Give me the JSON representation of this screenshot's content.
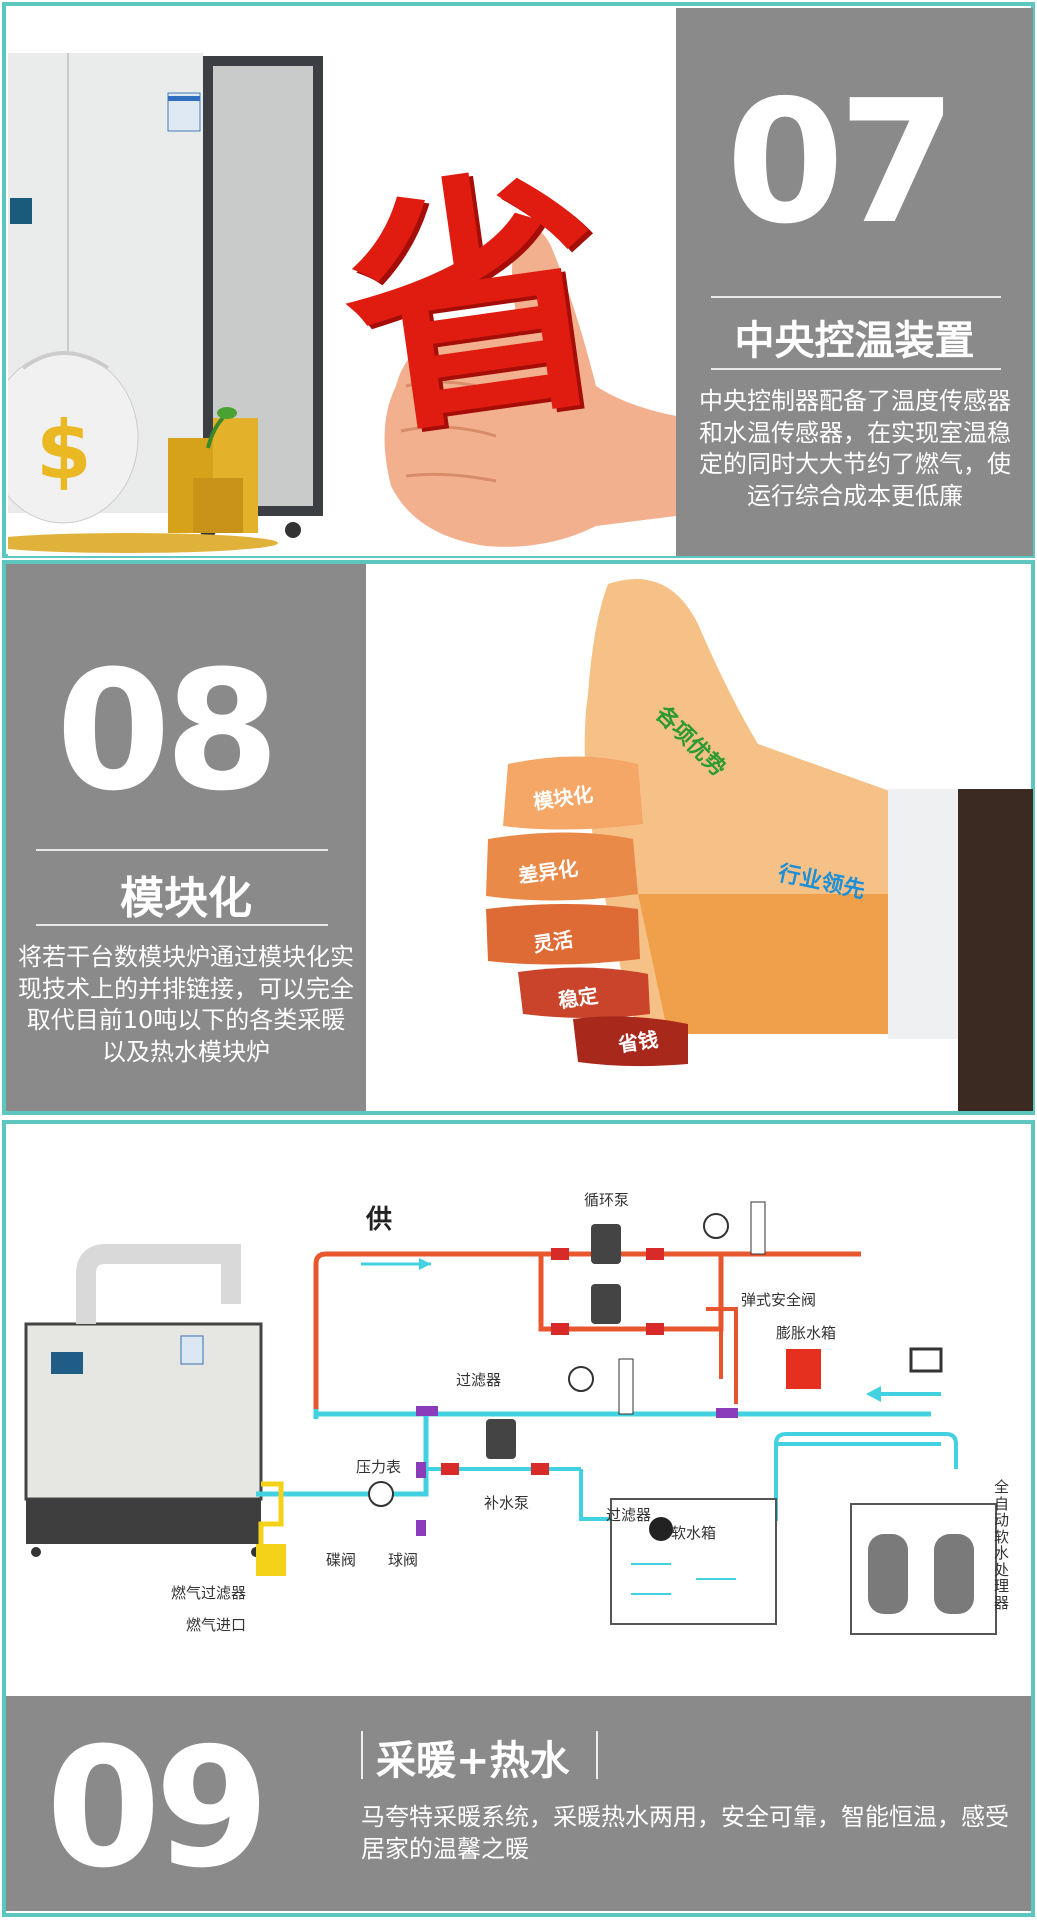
{
  "section7": {
    "number": "07",
    "title": "中央控温装置",
    "description": "中央控制器配备了温度传感器和水温传感器，在实现室温稳定的同时大大节约了燃气，使运行综合成本更低廉",
    "hand_character": "省"
  },
  "section8": {
    "number": "08",
    "title": "模块化",
    "description": "将若干台数模块炉通过模块化实现技术上的并排链接，可以完全取代目前10吨以下的各类采暖以及热水模块炉",
    "thumb_labels": [
      "各项优势",
      "行业领先"
    ],
    "puzzle_labels": [
      "模块化",
      "差异化",
      "灵活",
      "稳定",
      "省钱"
    ]
  },
  "section9": {
    "number": "09",
    "title": "采暖+热水",
    "description": "马夸特采暖系统，采暖热水两用，安全可靠，智能恒温，感受居家的温馨之暖",
    "diagram_labels": {
      "supply": "供",
      "circulation_pump": "循环泵",
      "safety_valve": "弹式安全阀",
      "expansion_tank": "膨胀水箱",
      "filter_top": "过滤器",
      "pressure_gauge": "压力表",
      "makeup_pump": "补水泵",
      "filter_bottom": "过滤器",
      "soft_water_tank": "软水箱",
      "butterfly_valve": "碟阀",
      "ball_valve": "球阀",
      "gas_filter": "燃气过滤器",
      "gas_inlet": "燃气进口",
      "softener": "全自动软水处理器"
    }
  },
  "colors": {
    "teal": "#5cc6bf",
    "grey": "#8a8a8a",
    "pipe_red": "#e8562e",
    "pipe_cyan": "#42d1e0",
    "pipe_yellow": "#f5d21a"
  }
}
